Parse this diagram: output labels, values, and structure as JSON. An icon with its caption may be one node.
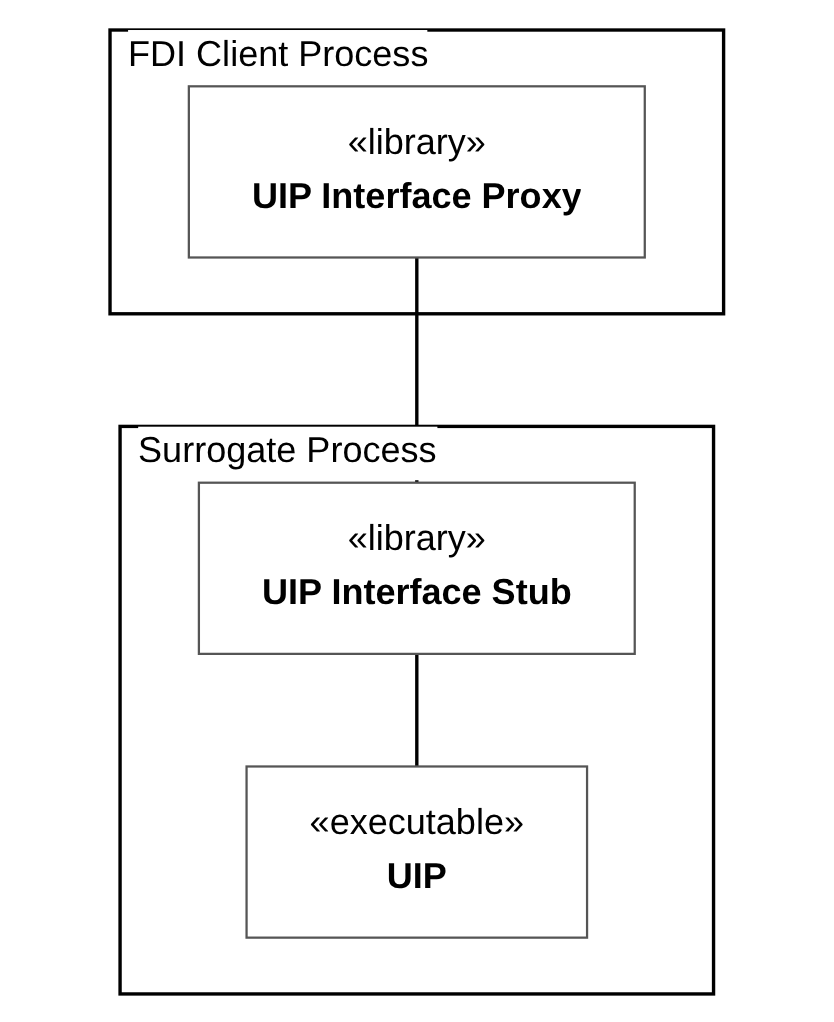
{
  "diagram": {
    "nodes": [
      {
        "text": [
          "FDI Client Process"
        ]
      },
      {
        "text": [
          "«library»",
          "UIP Interface Proxy"
        ],
        "in": 0
      },
      {
        "text": [
          "Surrogate Process"
        ]
      },
      {
        "text": [
          "«library»",
          "UIP Interface Stub"
        ],
        "in": 2
      },
      {
        "text": [
          "«executable»",
          "UIP"
        ],
        "in": 2
      }
    ],
    "edges": [
      {
        "from": 1,
        "to": 3,
        "arrow": "none"
      },
      {
        "from": 3,
        "to": 4,
        "arrow": "none"
      }
    ]
  }
}
